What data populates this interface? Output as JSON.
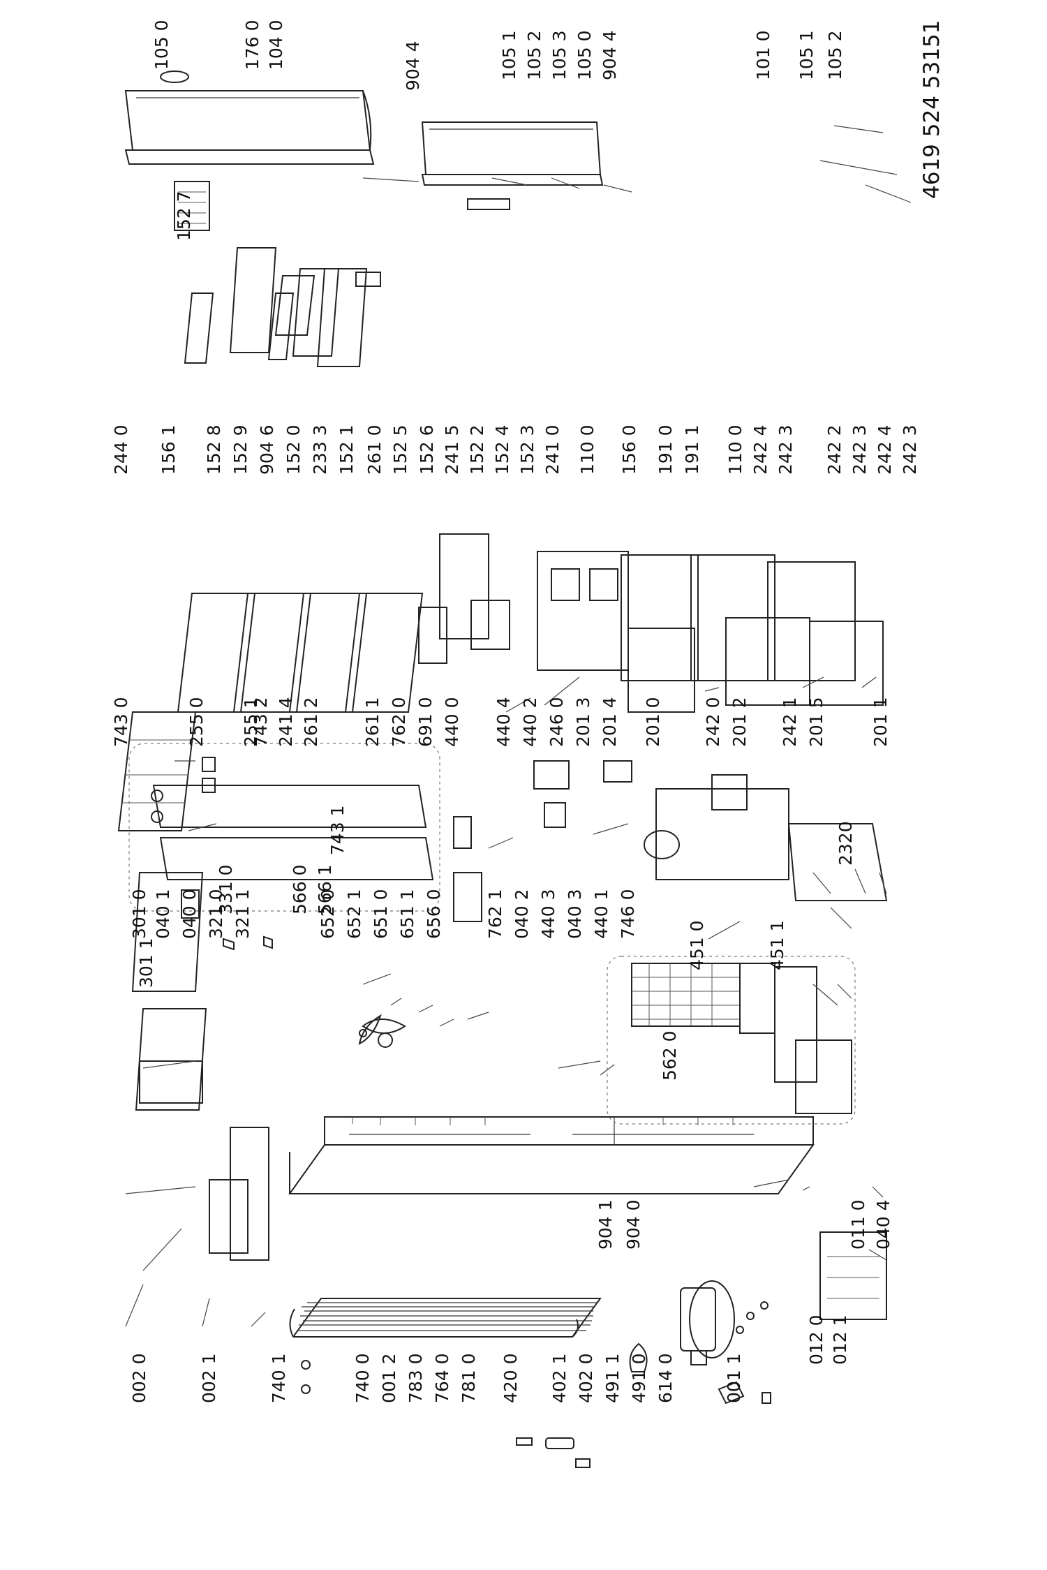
{
  "document_number": "4619 524 53151",
  "part_labels": {
    "l0020": "002 0",
    "l0021": "002 1",
    "l7401": "740 1",
    "l7400": "740 0",
    "l0012": "001 2",
    "l7830": "783 0",
    "l7640": "764 0",
    "l7810": "781 0",
    "l4200": "420 0",
    "l4021": "402 1",
    "l4020": "402 0",
    "l4911": "491 1",
    "l4910": "491 0",
    "l6140": "614 0",
    "l0011": "001 1",
    "l0120": "012 0",
    "l0121": "012 1",
    "l9041": "904 1",
    "l9040": "904 0",
    "l0110": "011 0",
    "l0404": "040 4",
    "l3010": "301 0",
    "l3011": "301 1",
    "l0401": "040 1",
    "l0400": "040 0",
    "l3210": "321 0",
    "l3211": "321 1",
    "l6520": "652 0",
    "l6521": "652 1",
    "l6510": "651 0",
    "l6511": "651 1",
    "l6560": "656 0",
    "l7621": "762 1",
    "l0402": "040 2",
    "l4403": "440 3",
    "l0403": "040 3",
    "l4401": "440 1",
    "l7460": "746 0",
    "l5620": "562 0",
    "l4510": "451 0",
    "l4511": "451 1",
    "l2320": "2320",
    "l7430": "743 0",
    "l5660": "566 0",
    "l5661": "566 1",
    "l3310": "331 0",
    "l7432": "743 2",
    "l2414": "241 4",
    "l2612": "261 2",
    "l7431": "743 1",
    "l7620": "762 0",
    "l6910": "691 0",
    "l4400": "440 0",
    "l4404": "440 4",
    "l4402": "440 2",
    "l2460": "246 0",
    "l2013": "201 3",
    "l2014": "201 4",
    "l2010": "201 0",
    "l2420": "242 0",
    "l2012": "201 2",
    "l2421": "242 1",
    "l2015": "201 5",
    "l2011": "201 1",
    "l2551": "255 1",
    "l2550": "255 0",
    "l2611": "261 1",
    "l2440": "244 0",
    "l1561": "156 1",
    "l1528": "152 8",
    "l1529": "152 9",
    "l9046": "904 6",
    "l1520": "152 0",
    "l2333": "233 3",
    "l1521": "152 1",
    "l2610": "261 0",
    "l1525": "152 5",
    "l1526": "152 6",
    "l2415": "241 5",
    "l1522": "152 2",
    "l1524": "152 4",
    "l1523": "152 3",
    "l2410": "241 0",
    "l1100a": "110 0",
    "l1560": "156 0",
    "l1910": "191 0",
    "l1911": "191 1",
    "l1100b": "110 0",
    "l2424a": "242 4",
    "l2423a": "242 3",
    "l2422": "242 2",
    "l2423b": "242 3",
    "l2424b": "242 4",
    "l2423c": "242 3",
    "l1527": "152 7",
    "l1050a": "105 0",
    "l1760": "176 0",
    "l1040": "104 0",
    "l9044a": "904 4",
    "l1051a": "105 1",
    "l1052a": "105 2",
    "l1053": "105 3",
    "l1050b": "105 0",
    "l9044b": "904 4",
    "l1010": "101 0",
    "l1051b": "105 1",
    "l1052b": "105 2"
  }
}
